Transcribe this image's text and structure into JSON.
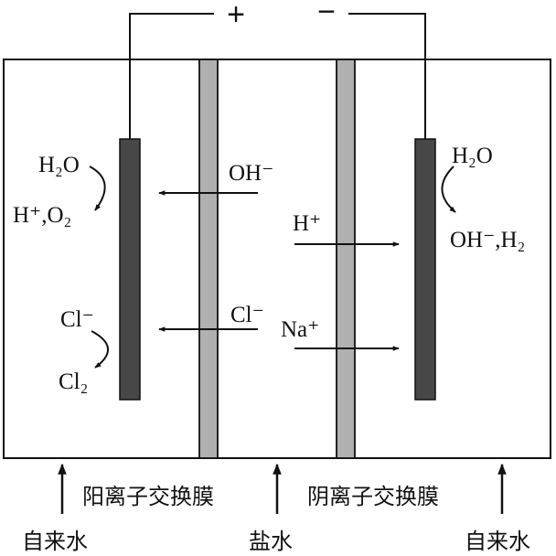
{
  "terminals": {
    "positive": "+",
    "negative": "−"
  },
  "left_electrode": {
    "top_reactant": "H₂O",
    "top_products": "H⁺,O₂",
    "bottom_reactant": "Cl⁻",
    "bottom_product": "Cl₂"
  },
  "right_electrode": {
    "reactant": "H₂O",
    "products": "OH⁻,H₂"
  },
  "ion_migration": {
    "left_upper": "OH⁻",
    "left_lower": "Cl⁻",
    "right_upper": "H⁺",
    "right_lower": "Na⁺"
  },
  "membranes": {
    "left": "阳离子交换膜",
    "right": "阴离子交换膜"
  },
  "inlets": {
    "left": "自来水",
    "middle": "盐水",
    "right": "自来水"
  },
  "colors": {
    "electrode": "#474747",
    "membrane": "#b0b0b0",
    "line": "#111111"
  }
}
